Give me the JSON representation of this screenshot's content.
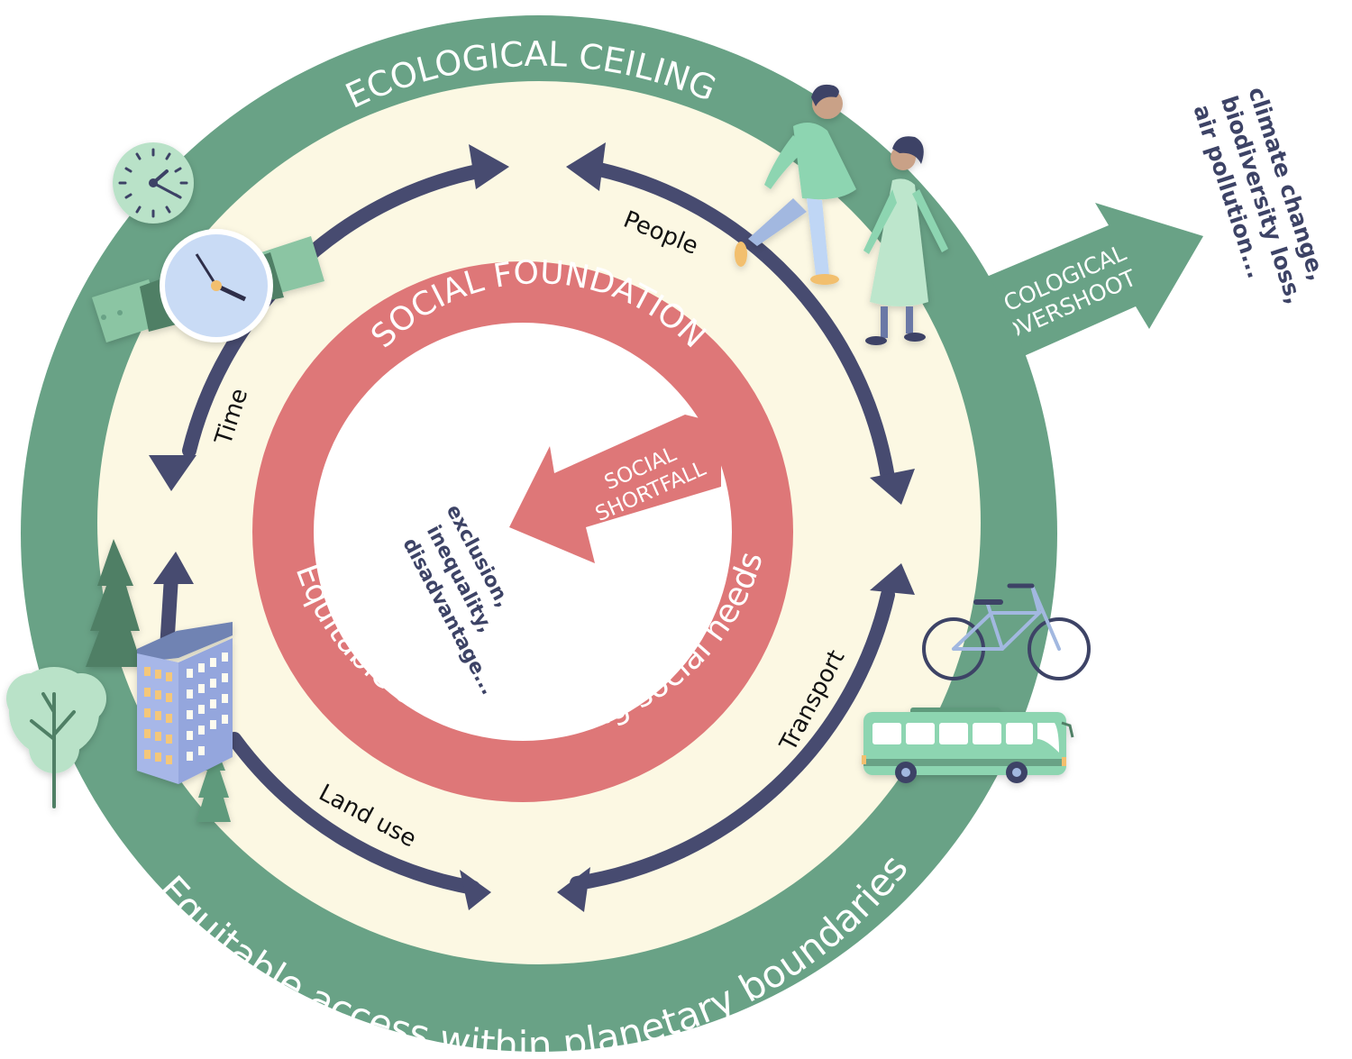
{
  "title": "Doughnut: ecological ceiling and social foundation",
  "colors": {
    "ecological_ring": "#69a286",
    "safe_space": "#fcf8e3",
    "social_ring": "#de7778",
    "inner_core": "#ffffff",
    "cycle_arrows": "#474b70",
    "overshoot_text": "#3d4366"
  },
  "outer_ring": {
    "top_label": "ECOLOGICAL CEILING",
    "bottom_label": "Equitable access within planetary boundaries"
  },
  "inner_ring": {
    "top_label": "SOCIAL FOUNDATION",
    "bottom_label": "Equitable access fulfilling social needs"
  },
  "overshoot": {
    "arrow_label_line1": "ECOLOGICAL",
    "arrow_label_line2": "OVERSHOOT",
    "examples": [
      "climate change,",
      "biodiversity loss,",
      "air pollution..."
    ]
  },
  "shortfall": {
    "arrow_label_line1": "SOCIAL",
    "arrow_label_line2": "SHORTFALL",
    "examples": [
      "exclusion,",
      "inequality,",
      "disadvantage..."
    ]
  },
  "cycle_labels": {
    "people": "People",
    "time": "Time",
    "transport": "Transport",
    "land_use": "Land use"
  },
  "illustrations": [
    "wall-clock",
    "wristwatch",
    "walking-people",
    "pine-trees",
    "apartment-building",
    "deciduous-tree",
    "bicycle",
    "bus"
  ]
}
